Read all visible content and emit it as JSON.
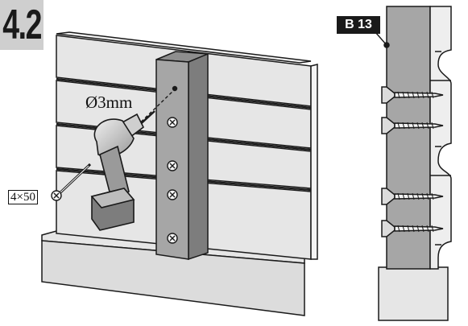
{
  "step": {
    "number": "4.2"
  },
  "drill": {
    "diameter_label": "Ø3mm"
  },
  "screw": {
    "size_label": "4×50"
  },
  "detail": {
    "callout": "B 13"
  },
  "colors": {
    "wall": "#e6e6e6",
    "batten": "#a6a6a6",
    "outline": "#1a1a1a",
    "step_badge": "#cfcfcf",
    "callout_badge": "#1a1a1a"
  },
  "icons": [
    "drill-icon",
    "screw-icon"
  ]
}
